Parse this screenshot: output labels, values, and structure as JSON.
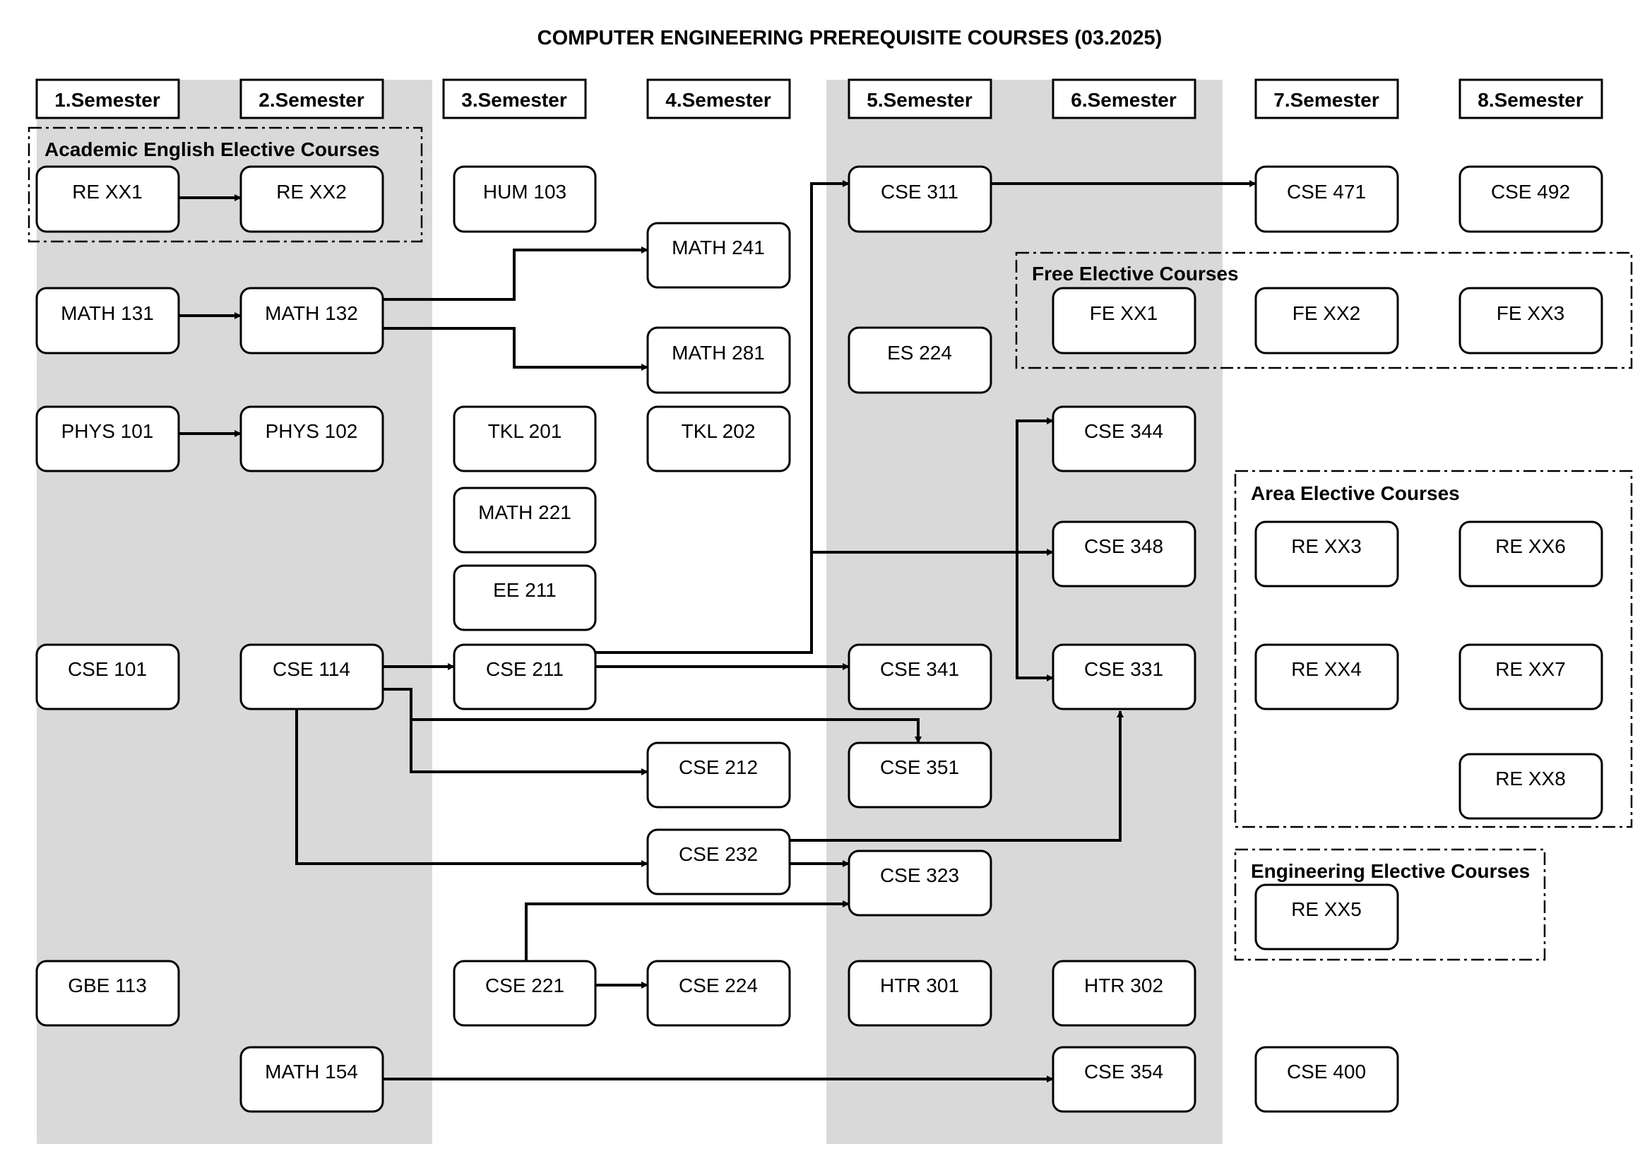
{
  "title": "COMPUTER ENGINEERING PREREQUISITE COURSES (03.2025)",
  "semesters": [
    "1.Semester",
    "2.Semester",
    "3.Semester",
    "4.Semester",
    "5.Semester",
    "6.Semester",
    "7.Semester",
    "8.Semester"
  ],
  "groups": {
    "academic_english": "Academic English Elective Courses",
    "free_elective": "Free Elective Courses",
    "area_elective": "Area Elective Courses",
    "engineering_elective": "Engineering Elective Courses"
  },
  "courses": {
    "re_xx1": "RE XX1",
    "re_xx2": "RE XX2",
    "hum_103": "HUM 103",
    "math_241": "MATH 241",
    "cse_311": "CSE 311",
    "cse_471": "CSE 471",
    "cse_492": "CSE 492",
    "math_131": "MATH 131",
    "math_132": "MATH 132",
    "math_281": "MATH 281",
    "es_224": "ES 224",
    "fe_xx1": "FE XX1",
    "fe_xx2": "FE XX2",
    "fe_xx3": "FE XX3",
    "phys_101": "PHYS 101",
    "phys_102": "PHYS 102",
    "tkl_201": "TKL 201",
    "tkl_202": "TKL 202",
    "cse_344": "CSE 344",
    "math_221": "MATH 221",
    "cse_348": "CSE 348",
    "re_xx3": "RE XX3",
    "re_xx6": "RE XX6",
    "ee_211": "EE 211",
    "cse_101": "CSE 101",
    "cse_114": "CSE 114",
    "cse_211": "CSE 211",
    "cse_341": "CSE 341",
    "cse_331": "CSE 331",
    "re_xx4": "RE XX4",
    "re_xx7": "RE XX7",
    "cse_212": "CSE 212",
    "cse_351": "CSE 351",
    "re_xx8": "RE XX8",
    "cse_232": "CSE 232",
    "cse_323": "CSE 323",
    "re_xx5": "RE XX5",
    "gbe_113": "GBE 113",
    "cse_221": "CSE 221",
    "cse_224": "CSE 224",
    "htr_301": "HTR 301",
    "htr_302": "HTR 302",
    "math_154": "MATH 154",
    "cse_354": "CSE 354",
    "cse_400": "CSE 400"
  },
  "colors": {
    "band": "#d9d9d9",
    "stroke": "#000000",
    "background": "#ffffff"
  }
}
